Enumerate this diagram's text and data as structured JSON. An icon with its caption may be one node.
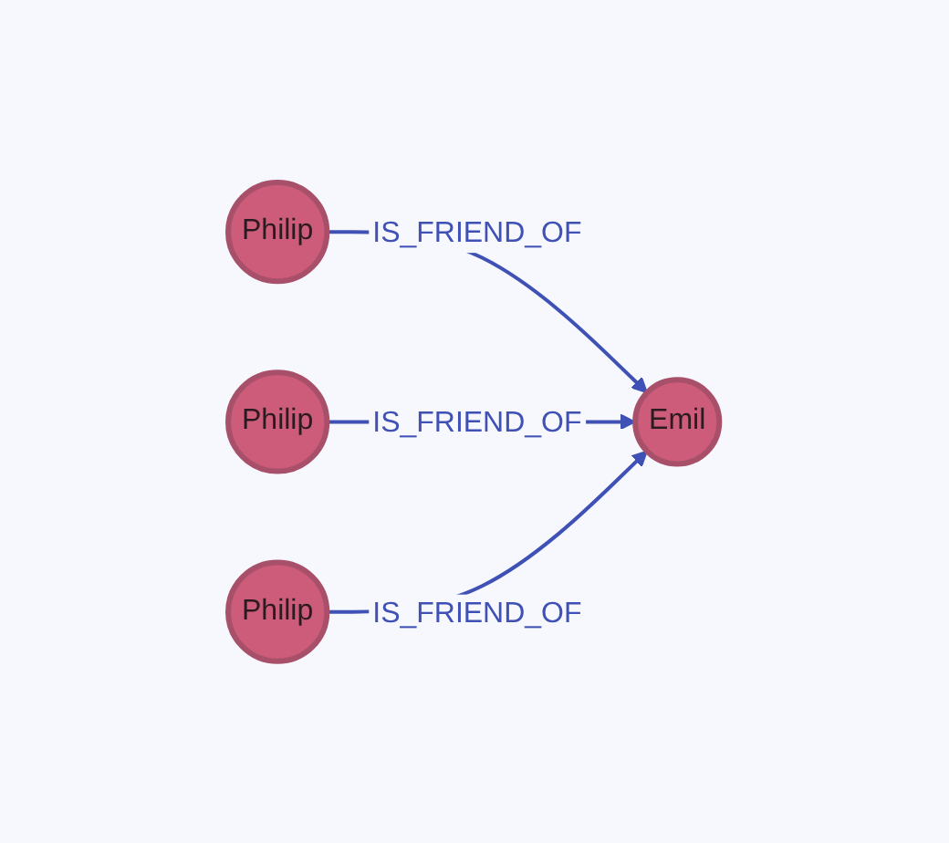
{
  "diagram": {
    "nodes": [
      {
        "text": [
          "Philip"
        ]
      },
      {
        "text": [
          "Philip"
        ]
      },
      {
        "text": [
          "Emil"
        ]
      },
      {
        "text": [
          "Philip"
        ]
      }
    ],
    "edges": [
      {
        "from": 0,
        "to": 2,
        "arrow": "to",
        "label": "IS_FRIEND_OF"
      },
      {
        "from": 1,
        "to": 2,
        "arrow": "to",
        "label": "IS_FRIEND_OF"
      },
      {
        "from": 3,
        "to": 2,
        "arrow": "to",
        "label": "IS_FRIEND_OF"
      }
    ]
  }
}
